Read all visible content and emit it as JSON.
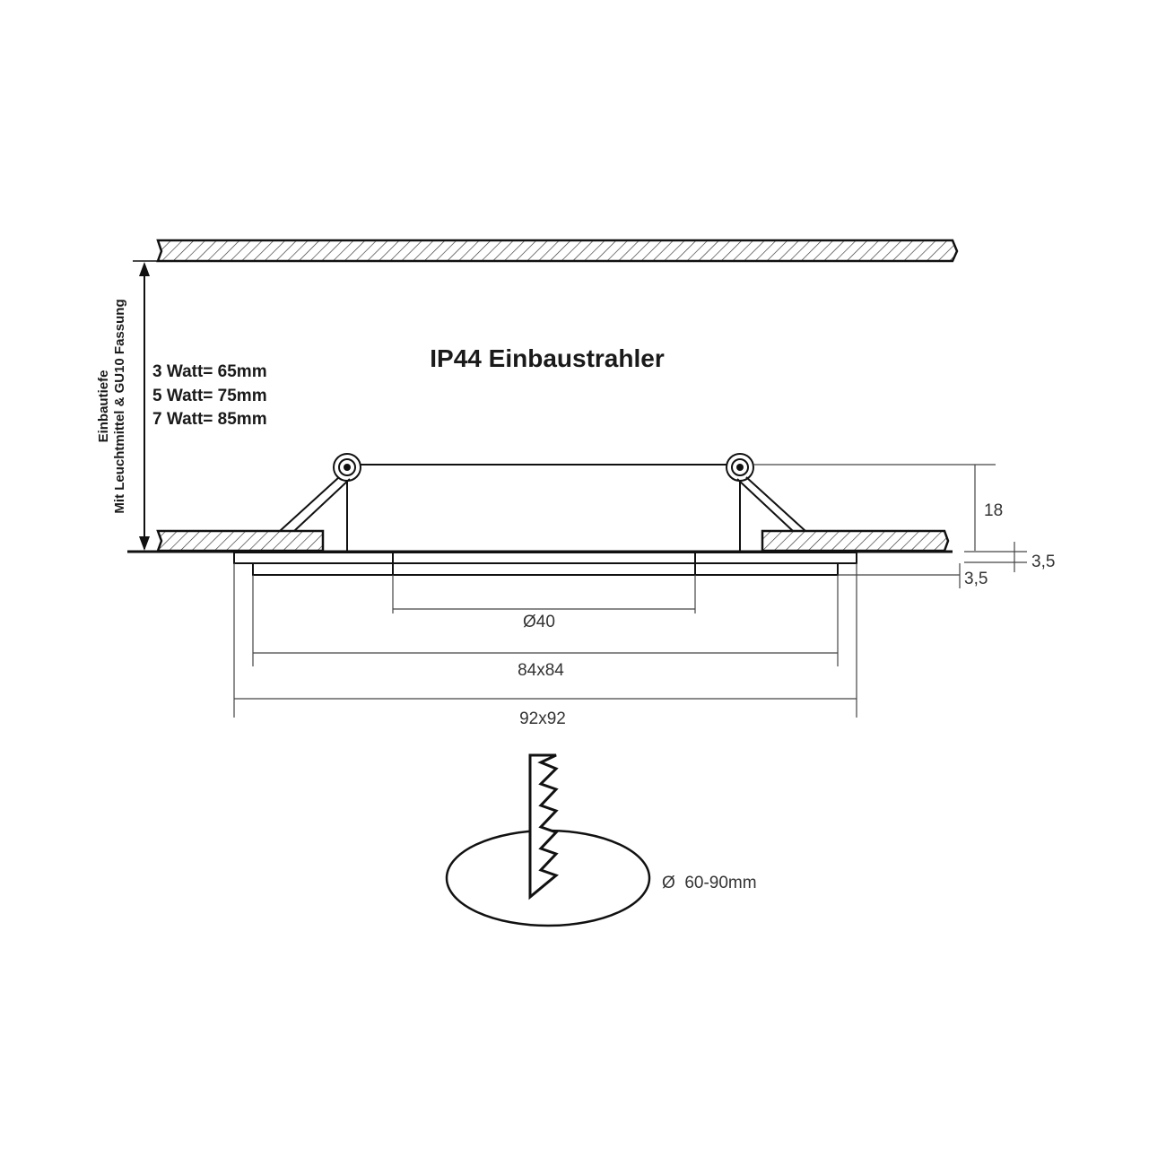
{
  "title": "IP44 Einbaustrahler",
  "mounting_depth": {
    "label_line1": "Einbautiefe",
    "label_line2": "Mit Leuchtmittel & GU10 Fassung",
    "specs": [
      "3 Watt= 65mm",
      "5 Watt= 75mm",
      "7 Watt= 85mm"
    ]
  },
  "dimensions": {
    "height": "18",
    "frame_thickness": "3,5",
    "lip_thickness": "3,5",
    "inner_diameter": "Ø40",
    "inner_square": "84x84",
    "outer_square": "92x92"
  },
  "cutout": {
    "label": "Ø  60-90mm"
  },
  "colors": {
    "line": "#111111",
    "dim_line": "#444444",
    "hatch": "#333333",
    "background": "#ffffff"
  }
}
